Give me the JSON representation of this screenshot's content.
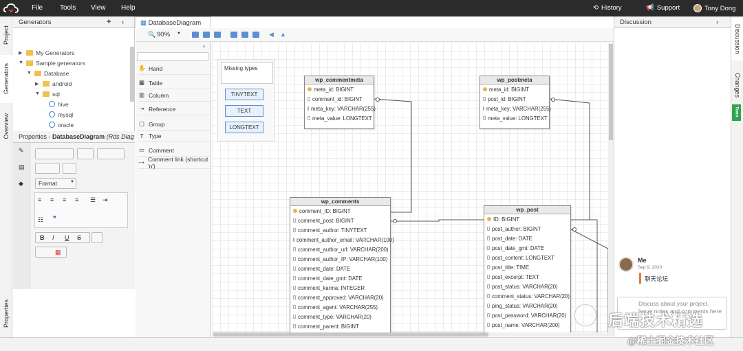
{
  "topbar": {
    "menu": [
      "File",
      "Tools",
      "View",
      "Help"
    ],
    "history": "History",
    "support": "Support",
    "user": "Tony Dong"
  },
  "left_tabs": [
    "Project",
    "Generators",
    "Overview"
  ],
  "properties_tab": "Properties",
  "generators": {
    "title": "Generators",
    "tree": [
      {
        "label": "My Generators",
        "kind": "folder",
        "expanded": false
      },
      {
        "label": "Sample generators",
        "kind": "folder",
        "expanded": true
      },
      {
        "label": "Database",
        "kind": "folder",
        "expanded": true
      },
      {
        "label": "android",
        "kind": "folder",
        "expanded": false
      },
      {
        "label": "sql",
        "kind": "folder",
        "expanded": true
      },
      {
        "label": "hive",
        "kind": "file"
      },
      {
        "label": "mysql",
        "kind": "file"
      },
      {
        "label": "oracle",
        "kind": "file"
      }
    ]
  },
  "properties": {
    "title_prefix": "Properties - ",
    "title_name": "DatabaseDiagram",
    "title_suffix": "(Rds Diag",
    "format_label": "Format"
  },
  "palette": {
    "items": [
      "Hand",
      "Table",
      "Column",
      "Reference",
      "Group",
      "Type",
      "Comment",
      "Comment link (shortcut 'n')"
    ]
  },
  "diagram": {
    "tab": "DatabaseDiagram",
    "zoom": "90%",
    "missing_types": {
      "title": "Missing types",
      "types": [
        "TINYTEXT",
        "TEXT",
        "LONGTEXT"
      ]
    },
    "tables": [
      {
        "name": "wp_commentmeta",
        "columns": [
          {
            "text": "meta_id: BIGINT",
            "pk": true
          },
          {
            "text": "comment_id: BIGINT",
            "pk": false
          },
          {
            "text": "meta_key: VARCHAR(255)",
            "pk": false
          },
          {
            "text": "meta_value: LONGTEXT",
            "pk": false
          }
        ]
      },
      {
        "name": "wp_postmeta",
        "columns": [
          {
            "text": "meta_id: BIGINT",
            "pk": true
          },
          {
            "text": "post_id: BIGINT",
            "pk": false
          },
          {
            "text": "meta_key: VARCHAR(255)",
            "pk": false
          },
          {
            "text": "meta_value: LONGTEXT",
            "pk": false
          }
        ]
      },
      {
        "name": "wp_comments",
        "columns": [
          {
            "text": "comment_ID: BIGINT",
            "pk": true
          },
          {
            "text": "comment_post: BIGINT",
            "pk": false
          },
          {
            "text": "comment_author: TINYTEXT",
            "pk": false
          },
          {
            "text": "comment_author_email: VARCHAR(100)",
            "pk": false
          },
          {
            "text": "comment_author_url: VARCHAR(200)",
            "pk": false
          },
          {
            "text": "comment_author_IP: VARCHAR(100)",
            "pk": false
          },
          {
            "text": "comment_date: DATE",
            "pk": false
          },
          {
            "text": "comment_date_gmt: DATE",
            "pk": false
          },
          {
            "text": "comment_karma: INTEGER",
            "pk": false
          },
          {
            "text": "comment_approved: VARCHAR(20)",
            "pk": false
          },
          {
            "text": "comment_agent: VARCHAR(255)",
            "pk": false
          },
          {
            "text": "comment_type: VARCHAR(20)",
            "pk": false
          },
          {
            "text": "comment_parent: BIGINT",
            "pk": false
          }
        ]
      },
      {
        "name": "wp_post",
        "columns": [
          {
            "text": "ID: BIGINT",
            "pk": true
          },
          {
            "text": "post_author: BIGINT",
            "pk": false
          },
          {
            "text": "post_date: DATE",
            "pk": false
          },
          {
            "text": "post_date_gmt: DATE",
            "pk": false
          },
          {
            "text": "post_content: LONGTEXT",
            "pk": false
          },
          {
            "text": "post_title: TIME",
            "pk": false
          },
          {
            "text": "post_excerpt: TEXT",
            "pk": false
          },
          {
            "text": "post_status: VARCHAR(20)",
            "pk": false
          },
          {
            "text": "comment_status: VARCHAR(20)",
            "pk": false
          },
          {
            "text": "ping_status: VARCHAR(20)",
            "pk": false
          },
          {
            "text": "post_password: VARCHAR(20)",
            "pk": false
          },
          {
            "text": "post_name: VARCHAR(200)",
            "pk": false
          }
        ]
      }
    ]
  },
  "discussion": {
    "title": "Discussion",
    "comment_author": "Me",
    "comment_date": "Sep 9, 2020",
    "comment_text": "聊天论坛",
    "placeholder": "Discuss about your project, leave notes and comments here"
  },
  "right_tabs": [
    "Discussion",
    "Changes"
  ],
  "team_badge": "Team",
  "watermark": {
    "line1": "后端技术精选",
    "line2": "@稀土掘金技术社区"
  },
  "colors": {
    "topbar": "#2b2b2b",
    "accent": "#5b8fd4",
    "comment_bar": "#e07b39",
    "team": "#2ea44f"
  }
}
